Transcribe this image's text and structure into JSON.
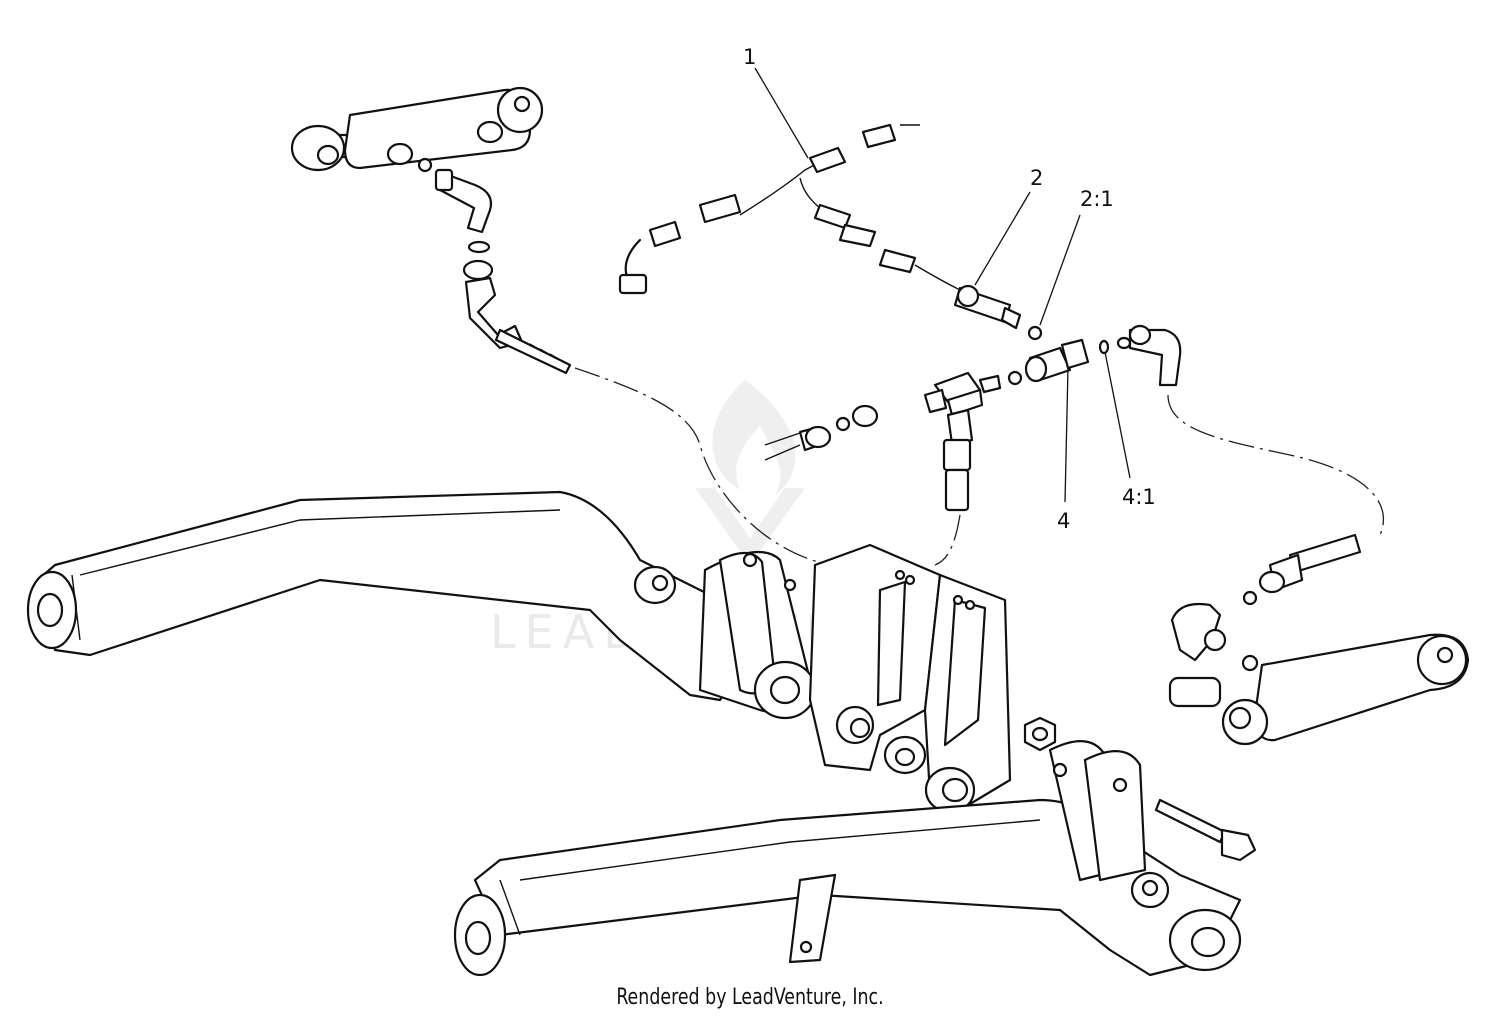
{
  "callouts": [
    {
      "id": "c1",
      "label": "1"
    },
    {
      "id": "c2",
      "label": "2"
    },
    {
      "id": "c21",
      "label": "2:1"
    },
    {
      "id": "c4",
      "label": "4"
    },
    {
      "id": "c41",
      "label": "4:1"
    }
  ],
  "watermark": {
    "text": "LEADVENTURE"
  },
  "footer": {
    "text": "Rendered by LeadVenture, Inc."
  }
}
